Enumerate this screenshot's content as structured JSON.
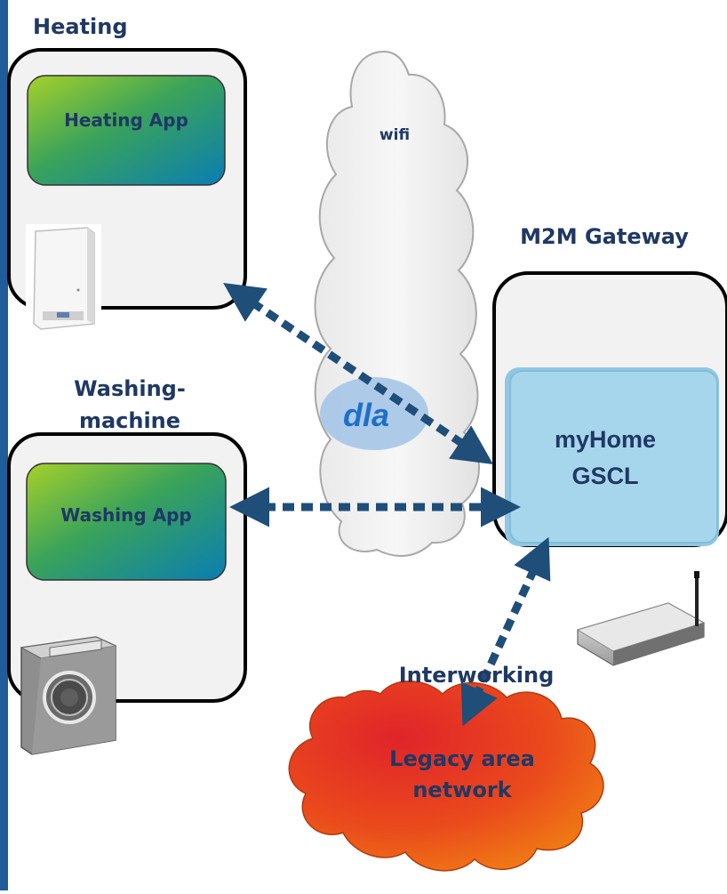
{
  "devices": {
    "heating": {
      "title": "Heating",
      "app_label": "Heating App"
    },
    "washing": {
      "title_line1": "Washing-",
      "title_line2": "machine",
      "app_label": "Washing App"
    }
  },
  "gateway": {
    "title": "M2M  Gateway",
    "gscl_line1": "myHome",
    "gscl_line2": "GSCL"
  },
  "network": {
    "wifi_label": "wifi",
    "dla_label": "dla",
    "interworking_label": "Interworking",
    "legacy_line1": "Legacy area",
    "legacy_line2": "network"
  },
  "colors": {
    "label_text": "#1f3864",
    "sidebar": "#1f5c99",
    "arrow": "#1f4e79",
    "app_gradient_start": "#9acd32",
    "app_gradient_end": "#0b7fae",
    "gscl_fill": "#9fd3e8",
    "legacy_cloud": "#e8441a",
    "dla_fill": "#a9c8e8"
  },
  "icons": {
    "heating_device": "boiler-icon",
    "washing_device": "washing-machine-icon",
    "gateway_device": "router-icon"
  }
}
